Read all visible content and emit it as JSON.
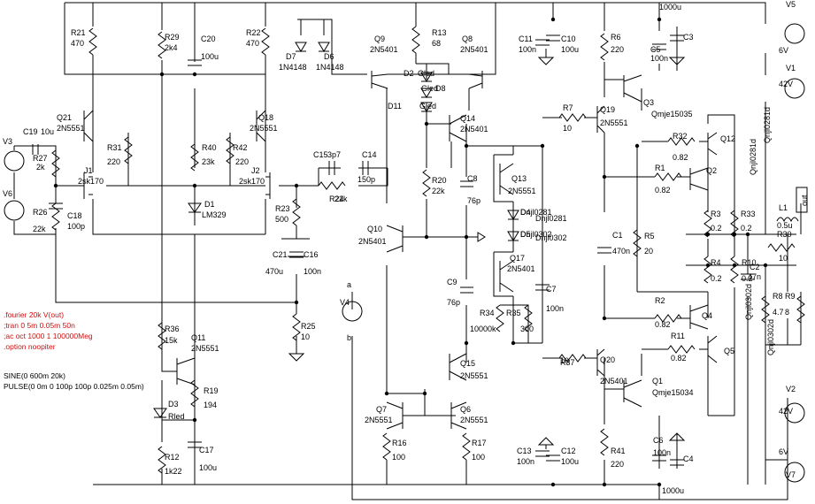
{
  "colors": {
    "wire": "#000000",
    "directive": "#d01010",
    "background": "#ffffff"
  },
  "components": [
    {
      "ref": "R21",
      "value": "470"
    },
    {
      "ref": "R29",
      "value": "2k4"
    },
    {
      "ref": "C20",
      "value": "100u"
    },
    {
      "ref": "R22",
      "value": "470"
    },
    {
      "ref": "D7",
      "value": "1N4148"
    },
    {
      "ref": "D6",
      "value": "1N4148"
    },
    {
      "ref": "Q9",
      "value": "2N5401"
    },
    {
      "ref": "R13",
      "value": "68"
    },
    {
      "ref": "Q8",
      "value": "2N5401"
    },
    {
      "ref": "C11",
      "value": "100n"
    },
    {
      "ref": "C10",
      "value": "100u"
    },
    {
      "ref": "R6",
      "value": "220"
    },
    {
      "ref": "C5",
      "value": "100n"
    },
    {
      "ref": "C3",
      "value": ""
    },
    {
      "ref": "V5",
      "value": "6V"
    },
    {
      "ref": "V1",
      "value": "42V"
    },
    {
      "ref": "C19",
      "value": "10u"
    },
    {
      "ref": "Q21",
      "value": "2N5551"
    },
    {
      "ref": "R27",
      "value": "2k"
    },
    {
      "ref": "R31",
      "value": "220"
    },
    {
      "ref": "J1",
      "value": "2sk170"
    },
    {
      "ref": "V3",
      "value": ""
    },
    {
      "ref": "V6",
      "value": ""
    },
    {
      "ref": "R26",
      "value": "22k"
    },
    {
      "ref": "C18",
      "value": "100p"
    },
    {
      "ref": "R40",
      "value": "23k"
    },
    {
      "ref": "D1",
      "value": "LM329"
    },
    {
      "ref": "R42",
      "value": "220"
    },
    {
      "ref": "Q18",
      "value": "2N5551"
    },
    {
      "ref": "J2",
      "value": "2sk170"
    },
    {
      "ref": "C15",
      "value": "3p7"
    },
    {
      "ref": "C14",
      "value": "150p"
    },
    {
      "ref": "R24",
      "value": "22k"
    },
    {
      "ref": "R23",
      "value": "500"
    },
    {
      "ref": "C21",
      "value": "470u"
    },
    {
      "ref": "C16",
      "value": "100n"
    },
    {
      "ref": "D2",
      "value": "Gled"
    },
    {
      "ref": "D8",
      "value": "Gled"
    },
    {
      "ref": "D11",
      "value": "Gled"
    },
    {
      "ref": "Q14",
      "value": "2N5401"
    },
    {
      "ref": "R20",
      "value": "22k"
    },
    {
      "ref": "C8",
      "value": "76p"
    },
    {
      "ref": "Q10",
      "value": "2N5401"
    },
    {
      "ref": "Q13",
      "value": "2N5551"
    },
    {
      "ref": "D4",
      "value": "Dnjl0281"
    },
    {
      "ref": "D5",
      "value": "Dnjl0302"
    },
    {
      "ref": "Q17",
      "value": "2N5401"
    },
    {
      "ref": "C9",
      "value": "76p"
    },
    {
      "ref": "C7",
      "value": "100n"
    },
    {
      "ref": "R34",
      "value": "10000k"
    },
    {
      "ref": "R35",
      "value": "300"
    },
    {
      "ref": "R7",
      "value": "10"
    },
    {
      "ref": "Q19",
      "value": "2N5551"
    },
    {
      "ref": "Q3",
      "value": "Qmje15035"
    },
    {
      "ref": "R32",
      "value": "0.82"
    },
    {
      "ref": "Q12",
      "value": "Qnjl0281d"
    },
    {
      "ref": "R1",
      "value": "0.82"
    },
    {
      "ref": "Q2",
      "value": "Qnjl0281d"
    },
    {
      "ref": "R3",
      "value": "0.2"
    },
    {
      "ref": "R33",
      "value": "0.2"
    },
    {
      "ref": "C1",
      "value": "470n"
    },
    {
      "ref": "R5",
      "value": "20"
    },
    {
      "ref": "L1",
      "value": "0.5u"
    },
    {
      "ref": "R30",
      "value": "10"
    },
    {
      "ref": "R4",
      "value": "0.2"
    },
    {
      "ref": "R10",
      "value": "0.2"
    },
    {
      "ref": "C2",
      "value": "47n"
    },
    {
      "ref": "R8",
      "value": "4.7"
    },
    {
      "ref": "R9",
      "value": "8"
    },
    {
      "ref": "R2",
      "value": "0.82"
    },
    {
      "ref": "Q4",
      "value": "Qnjl0302d"
    },
    {
      "ref": "R11",
      "value": "0.82"
    },
    {
      "ref": "Q5",
      "value": "Qnjl0302d"
    },
    {
      "ref": "R37",
      "value": "10"
    },
    {
      "ref": "Q20",
      "value": "2N5401"
    },
    {
      "ref": "Q1",
      "value": "Qmje15034"
    },
    {
      "ref": "R36",
      "value": "15k"
    },
    {
      "ref": "Q11",
      "value": "2N5551"
    },
    {
      "ref": "D3",
      "value": "Rled"
    },
    {
      "ref": "R19",
      "value": "194"
    },
    {
      "ref": "R12",
      "value": "1k22"
    },
    {
      "ref": "C17",
      "value": "100u"
    },
    {
      "ref": "R25",
      "value": "10"
    },
    {
      "ref": "V4",
      "value": ""
    },
    {
      "ref": "Q15",
      "value": "2N5551"
    },
    {
      "ref": "Q7",
      "value": "2N5551"
    },
    {
      "ref": "Q6",
      "value": "2N5551"
    },
    {
      "ref": "R16",
      "value": "100"
    },
    {
      "ref": "R17",
      "value": "100"
    },
    {
      "ref": "C13",
      "value": "100n"
    },
    {
      "ref": "C12",
      "value": "100u"
    },
    {
      "ref": "R41",
      "value": "220"
    },
    {
      "ref": "C6",
      "value": "100n"
    },
    {
      "ref": "C4",
      "value": ""
    },
    {
      "ref": "V2",
      "value": "42V"
    },
    {
      "ref": "V7",
      "value": "6V"
    }
  ],
  "labels": {
    "c_top_1000u": "1000u",
    "c_bottom_1000u": "1000u",
    "out": "out",
    "node_a": "a",
    "node_b": "b",
    "dnjl0281": "Dnjl0281",
    "dnjl0302": "Dnjl0302"
  },
  "directives": [
    ".fourier 20k V(out)",
    ";tran 0 5m 0.05m 50n",
    ";ac oct 1000 1 100000Meg",
    ".option noopiter"
  ],
  "sources": [
    "SINE(0 600m 20k)",
    "PULSE(0 0m 0 100p 100p 0.025m 0.05m)"
  ]
}
